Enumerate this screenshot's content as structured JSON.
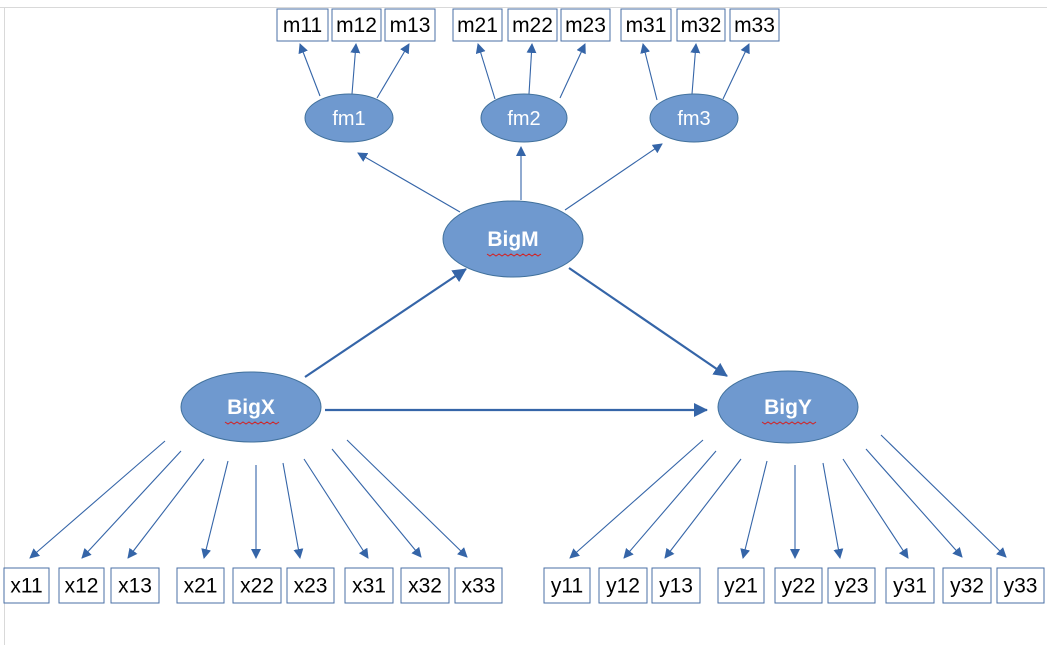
{
  "diagram": {
    "latent_variables": {
      "big_x": "BigX",
      "big_m": "BigM",
      "big_y": "BigY"
    },
    "first_order_factors": [
      "fm1",
      "fm2",
      "fm3"
    ],
    "m_indicators": [
      "m11",
      "m12",
      "m13",
      "m21",
      "m22",
      "m23",
      "m31",
      "m32",
      "m33"
    ],
    "x_indicators": [
      "x11",
      "x12",
      "x13",
      "x21",
      "x22",
      "x23",
      "x31",
      "x32",
      "x33"
    ],
    "y_indicators": [
      "y11",
      "y12",
      "y13",
      "y21",
      "y22",
      "y23",
      "y31",
      "y32",
      "y33"
    ],
    "colors": {
      "ellipse_fill": "#6f99cf",
      "arrow": "#3565a8",
      "box_border": "#4a6fa5"
    }
  }
}
